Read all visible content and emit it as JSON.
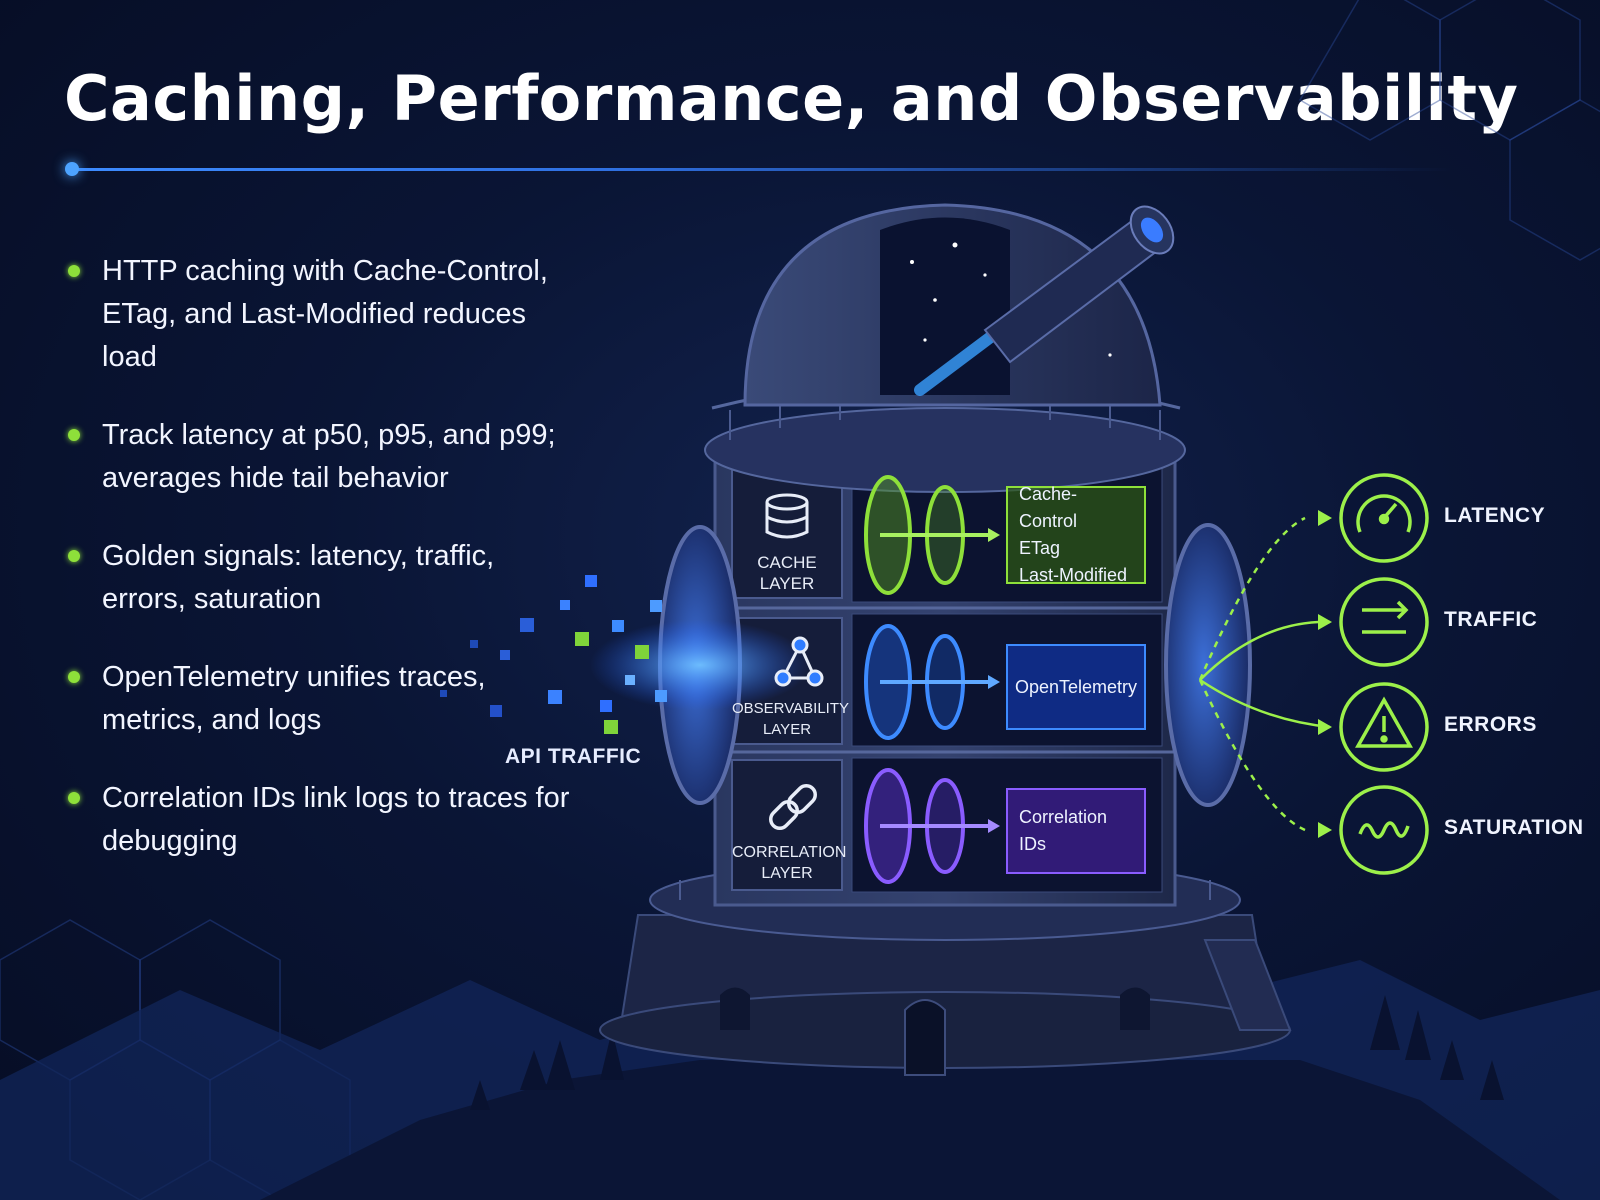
{
  "title": "Caching, Performance, and Observability",
  "bullets": [
    "HTTP caching with Cache-Control, ETag, and Last-Modified reduces load",
    "Track latency at p50, p95, and p99; averages hide tail behavior",
    "Golden signals: latency, traffic, errors, saturation",
    "OpenTelemetry unifies traces, metrics, and logs",
    "Correlation IDs link logs to traces for debugging"
  ],
  "layers": [
    {
      "name": "CACHE\nLAYER",
      "icon": "database-icon",
      "items": [
        "Cache-Control",
        "ETag",
        "Last-Modified"
      ],
      "color": "#7fd43a"
    },
    {
      "name": "OBSERVABILITY\nLAYER",
      "icon": "network-graph-icon",
      "items": [
        "OpenTelemetry"
      ],
      "color": "#2f7cff"
    },
    {
      "name": "CORRELATION\nLAYER",
      "icon": "chain-link-icon",
      "items": [
        "Correlation IDs"
      ],
      "color": "#7b4dff"
    }
  ],
  "input_label": "API TRAFFIC",
  "signals": [
    {
      "label": "LATENCY",
      "icon": "gauge-icon"
    },
    {
      "label": "TRAFFIC",
      "icon": "arrows-icon"
    },
    {
      "label": "ERRORS",
      "icon": "warning-icon"
    },
    {
      "label": "SATURATION",
      "icon": "wave-icon"
    }
  ],
  "accent_color": "#9cf04a"
}
